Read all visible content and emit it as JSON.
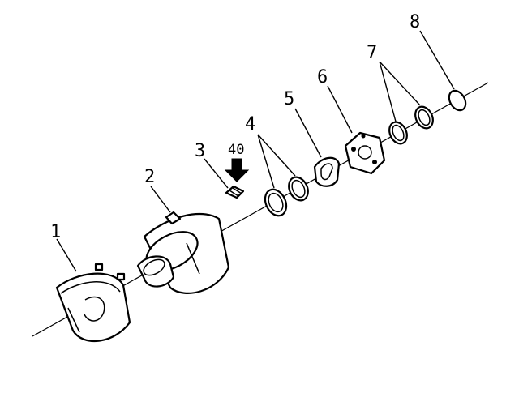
{
  "callouts": [
    "1",
    "2",
    "3",
    "4",
    "5",
    "6",
    "7",
    "8"
  ],
  "marker_text": "40",
  "colors": {
    "line": "#000000",
    "background": "#ffffff"
  }
}
